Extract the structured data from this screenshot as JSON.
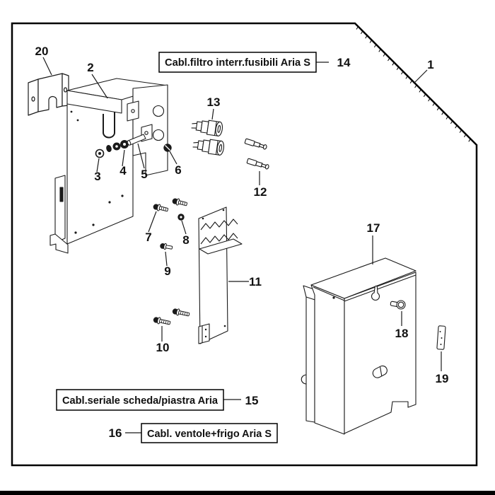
{
  "figure": {
    "type": "exploded-parts-diagram",
    "callouts": {
      "1": "1",
      "2": "2",
      "3": "3",
      "4": "4",
      "5": "5",
      "6": "6",
      "7": "7",
      "8": "8",
      "9": "9",
      "10": "10",
      "11": "11",
      "12": "12",
      "13": "13",
      "14": "14",
      "15": "15",
      "16": "16",
      "17": "17",
      "18": "18",
      "19": "19",
      "20": "20"
    },
    "label_boxes": {
      "box14": {
        "text": "Cabl.filtro interr.fusibili Aria S",
        "number": "14"
      },
      "box15": {
        "text": "Cabl.seriale scheda/piastra Aria",
        "number": "15"
      },
      "box16": {
        "text": "Cabl. ventole+frigo Aria S",
        "number": "16"
      }
    },
    "colors": {
      "line": "#1a1a1a",
      "frame": "#000000",
      "background": "#ffffff",
      "footer_bar": "#000000"
    }
  }
}
